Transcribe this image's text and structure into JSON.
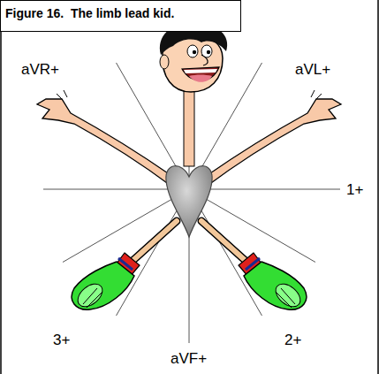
{
  "diagram": {
    "title": "Figure 16.  The limb lead kid.",
    "labels": [
      "aVR+",
      "aVL+",
      "1+",
      "3+",
      "aVF+",
      "2+"
    ]
  }
}
